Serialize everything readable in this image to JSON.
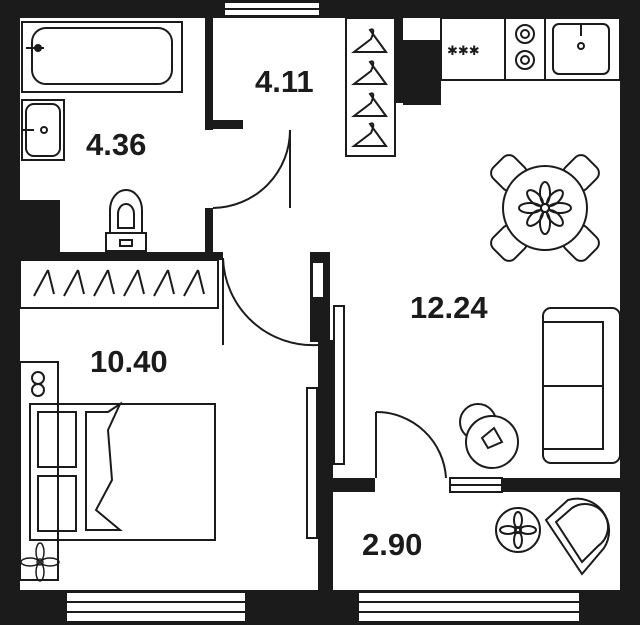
{
  "rooms": [
    {
      "id": "bathroom",
      "area": "4.36"
    },
    {
      "id": "hallway",
      "area": "4.11"
    },
    {
      "id": "bedroom",
      "area": "10.40"
    },
    {
      "id": "living-kitchen",
      "area": "12.24"
    },
    {
      "id": "balcony",
      "area": "2.90"
    }
  ],
  "kitchen": {
    "hob_glyph": "✱✱✱"
  },
  "colors": {
    "wall": "#1b1b1b",
    "background": "#ffffff",
    "line": "#1b1b1b"
  }
}
